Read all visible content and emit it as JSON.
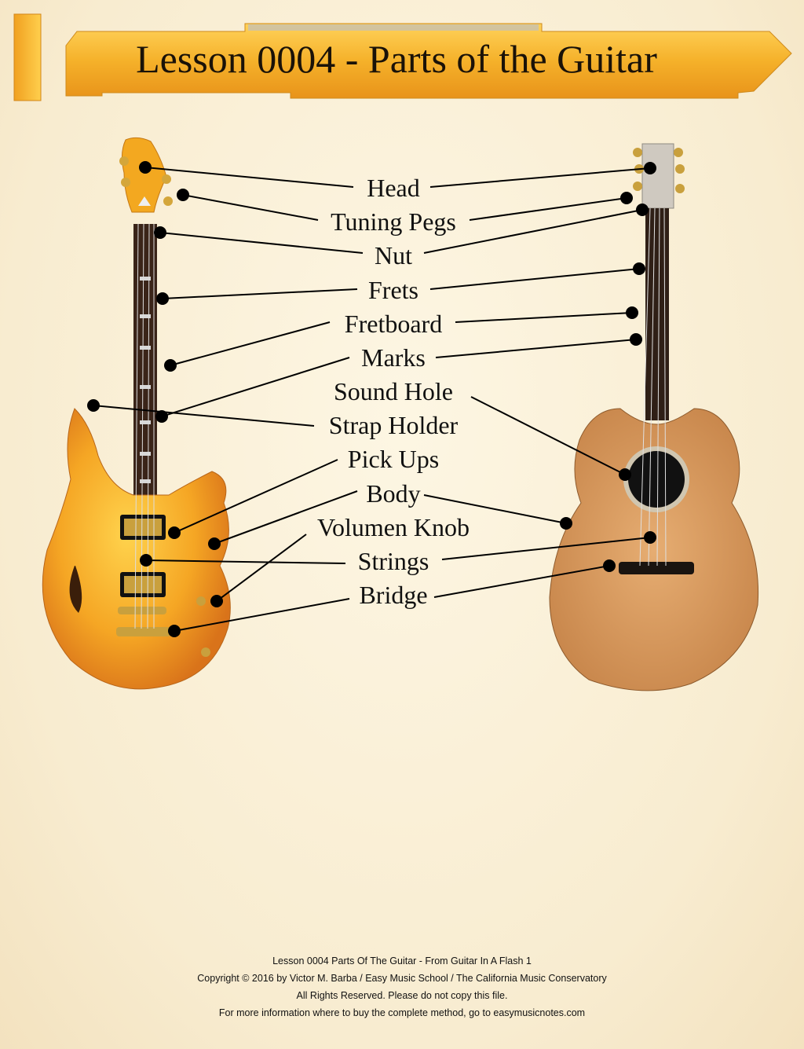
{
  "title": "Lesson 0004 - Parts of the Guitar",
  "labels": {
    "head": "Head",
    "tuning_pegs": "Tuning Pegs",
    "nut": "Nut",
    "frets": "Frets",
    "fretboard": "Fretboard",
    "marks": "Marks",
    "sound_hole": "Sound Hole",
    "strap_holder": "Strap Holder",
    "pick_ups": "Pick Ups",
    "body": "Body",
    "volumen_knob": "Volumen Knob",
    "strings": "Strings",
    "bridge": "Bridge"
  },
  "footer": {
    "line1": "Lesson 0004 Parts Of The Guitar - From Guitar In A Flash 1",
    "line2": "Copyright © 2016 by Victor M. Barba / Easy Music School / The California Music Conservatory",
    "line3": "All Rights Reserved. Please do not copy this file.",
    "line4": "For more information where to buy the complete method, go to easymusicnotes.com"
  },
  "colors": {
    "banner": "#f5b62a",
    "electric_body": "#f2a322",
    "acoustic_body": "#d79a5c",
    "fretboard": "#3a2418"
  }
}
